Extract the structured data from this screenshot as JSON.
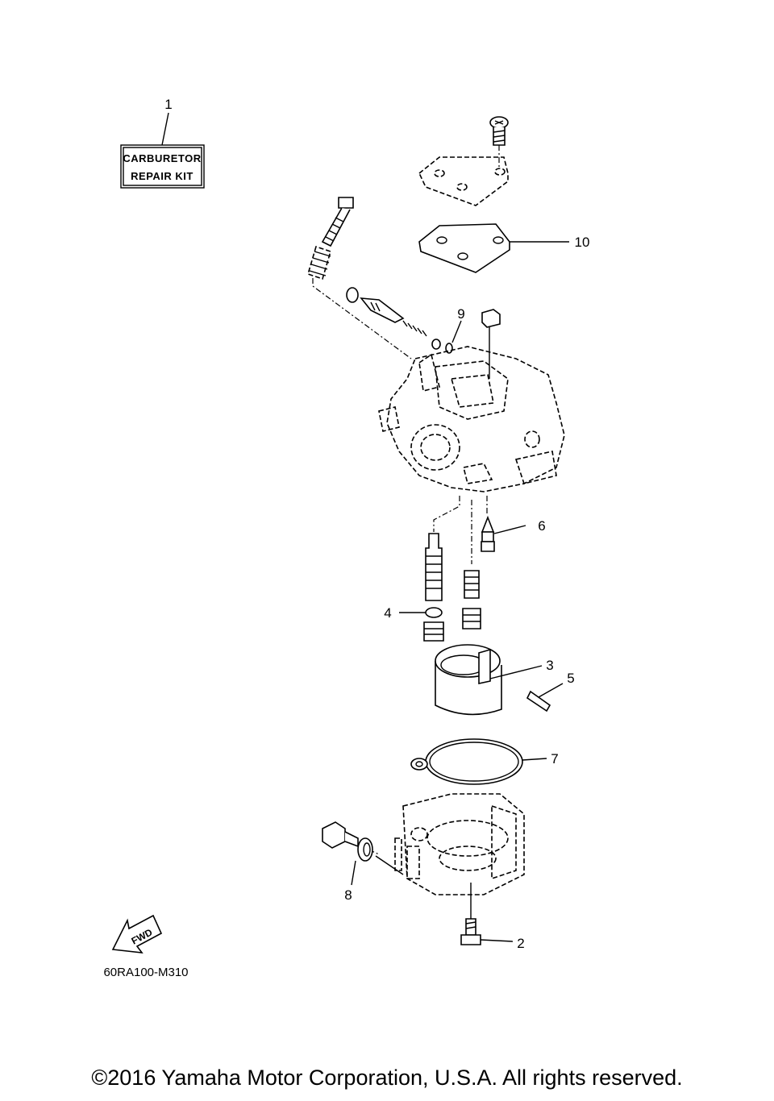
{
  "kit_label": {
    "line1": "CARBURETOR",
    "line2": "REPAIR KIT"
  },
  "callouts": [
    {
      "id": "1",
      "text": "1"
    },
    {
      "id": "2",
      "text": "2"
    },
    {
      "id": "3",
      "text": "3"
    },
    {
      "id": "4",
      "text": "4"
    },
    {
      "id": "5",
      "text": "5"
    },
    {
      "id": "6",
      "text": "6"
    },
    {
      "id": "7",
      "text": "7"
    },
    {
      "id": "8",
      "text": "8"
    },
    {
      "id": "9",
      "text": "9"
    },
    {
      "id": "10",
      "text": "10"
    }
  ],
  "fwd_label": "FWD",
  "diagram_code": "60RA100-M310",
  "copyright": "©2016 Yamaha Motor Corporation, U.S.A. All rights reserved."
}
